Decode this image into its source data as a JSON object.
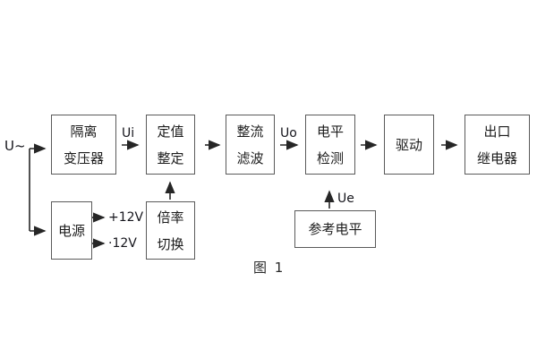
{
  "diagram": {
    "caption": "图 1",
    "input_label": "U~",
    "signal_labels": {
      "ui": "Ui",
      "uo": "Uo",
      "ue": "Ue"
    },
    "power_labels": {
      "positive": "+12V",
      "negative": "·12V"
    },
    "blocks": {
      "isolation_transformer": {
        "lines": [
          "隔离",
          "变压器"
        ]
      },
      "setting": {
        "lines": [
          "定值",
          "整定"
        ]
      },
      "rectifier_filter": {
        "lines": [
          "整流",
          "滤波"
        ]
      },
      "level_detection": {
        "lines": [
          "电平",
          "检测"
        ]
      },
      "driver": {
        "lines": [
          "驱动"
        ]
      },
      "output_relay": {
        "lines": [
          "出口",
          "继电器"
        ]
      },
      "power_supply": {
        "lines": [
          "电源"
        ]
      },
      "ratio_switch": {
        "lines": [
          "倍率",
          "切换"
        ]
      },
      "reference_level": {
        "lines": [
          "参考电平"
        ]
      }
    },
    "colors": {
      "background": "#ffffff",
      "box_border": "#5a5a5a",
      "wire": "#262626",
      "text": "#1c1c1c"
    }
  }
}
